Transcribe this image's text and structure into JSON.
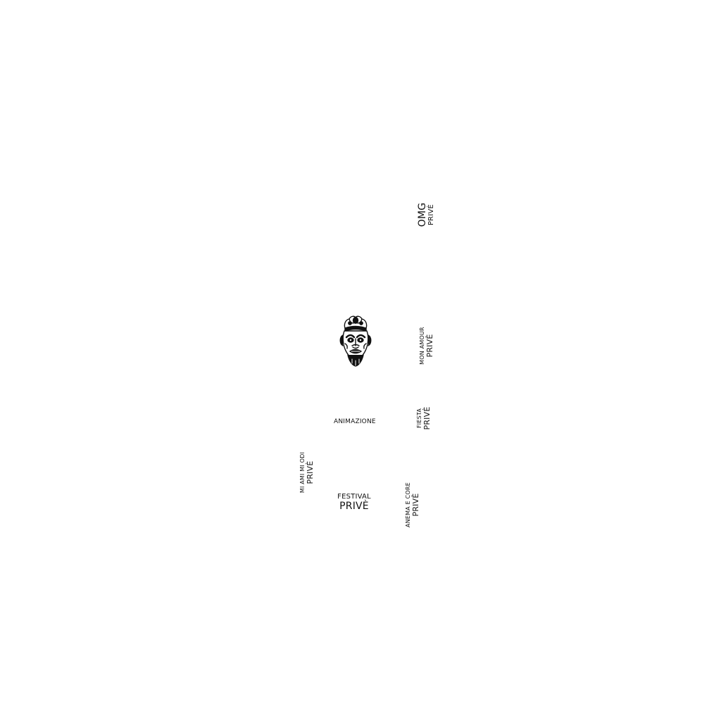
{
  "labels": {
    "omg": {
      "line1": "OMG",
      "line2": "PRIVÈ"
    },
    "mon_amour": {
      "line1": "MON AMOUR",
      "line2": "PRIVÈ"
    },
    "fiesta": {
      "line1": "FIESTA",
      "line2": "PRIVÈ"
    },
    "mi_ami_mi_odi": {
      "line1": "MI AMI MI ODI",
      "line2": "PRIVÈ"
    },
    "anema_e_core": {
      "line1": "ANEMA E CORE",
      "line2": "PRIVÈ"
    },
    "animazione": "ANIMAZIONE",
    "festival": {
      "line1": "FESTIVAL",
      "line2": "PRIVÈ"
    }
  },
  "logo": {
    "icon": "tribal-mask-icon",
    "color": "#111111"
  },
  "colors": {
    "background": "#ffffff",
    "text": "#111111"
  }
}
